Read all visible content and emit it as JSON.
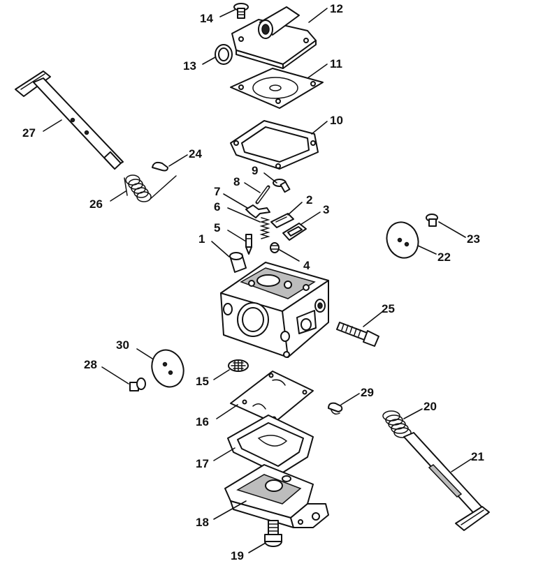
{
  "diagram": {
    "callouts": [
      {
        "id": "1",
        "text": "1"
      },
      {
        "id": "2",
        "text": "2"
      },
      {
        "id": "3",
        "text": "3"
      },
      {
        "id": "4",
        "text": "4"
      },
      {
        "id": "5",
        "text": "5"
      },
      {
        "id": "6",
        "text": "6"
      },
      {
        "id": "7",
        "text": "7"
      },
      {
        "id": "8",
        "text": "8"
      },
      {
        "id": "9",
        "text": "9"
      },
      {
        "id": "10",
        "text": "10"
      },
      {
        "id": "11",
        "text": "11"
      },
      {
        "id": "12",
        "text": "12"
      },
      {
        "id": "13",
        "text": "13"
      },
      {
        "id": "14",
        "text": "14"
      },
      {
        "id": "15",
        "text": "15"
      },
      {
        "id": "16",
        "text": "16"
      },
      {
        "id": "17",
        "text": "17"
      },
      {
        "id": "18",
        "text": "18"
      },
      {
        "id": "19",
        "text": "19"
      },
      {
        "id": "20",
        "text": "20"
      },
      {
        "id": "21",
        "text": "21"
      },
      {
        "id": "22",
        "text": "22"
      },
      {
        "id": "23",
        "text": "23"
      },
      {
        "id": "24",
        "text": "24"
      },
      {
        "id": "25",
        "text": "25"
      },
      {
        "id": "26",
        "text": "26"
      },
      {
        "id": "27",
        "text": "27"
      },
      {
        "id": "28",
        "text": "28"
      },
      {
        "id": "29",
        "text": "29"
      },
      {
        "id": "30",
        "text": "30"
      }
    ]
  }
}
